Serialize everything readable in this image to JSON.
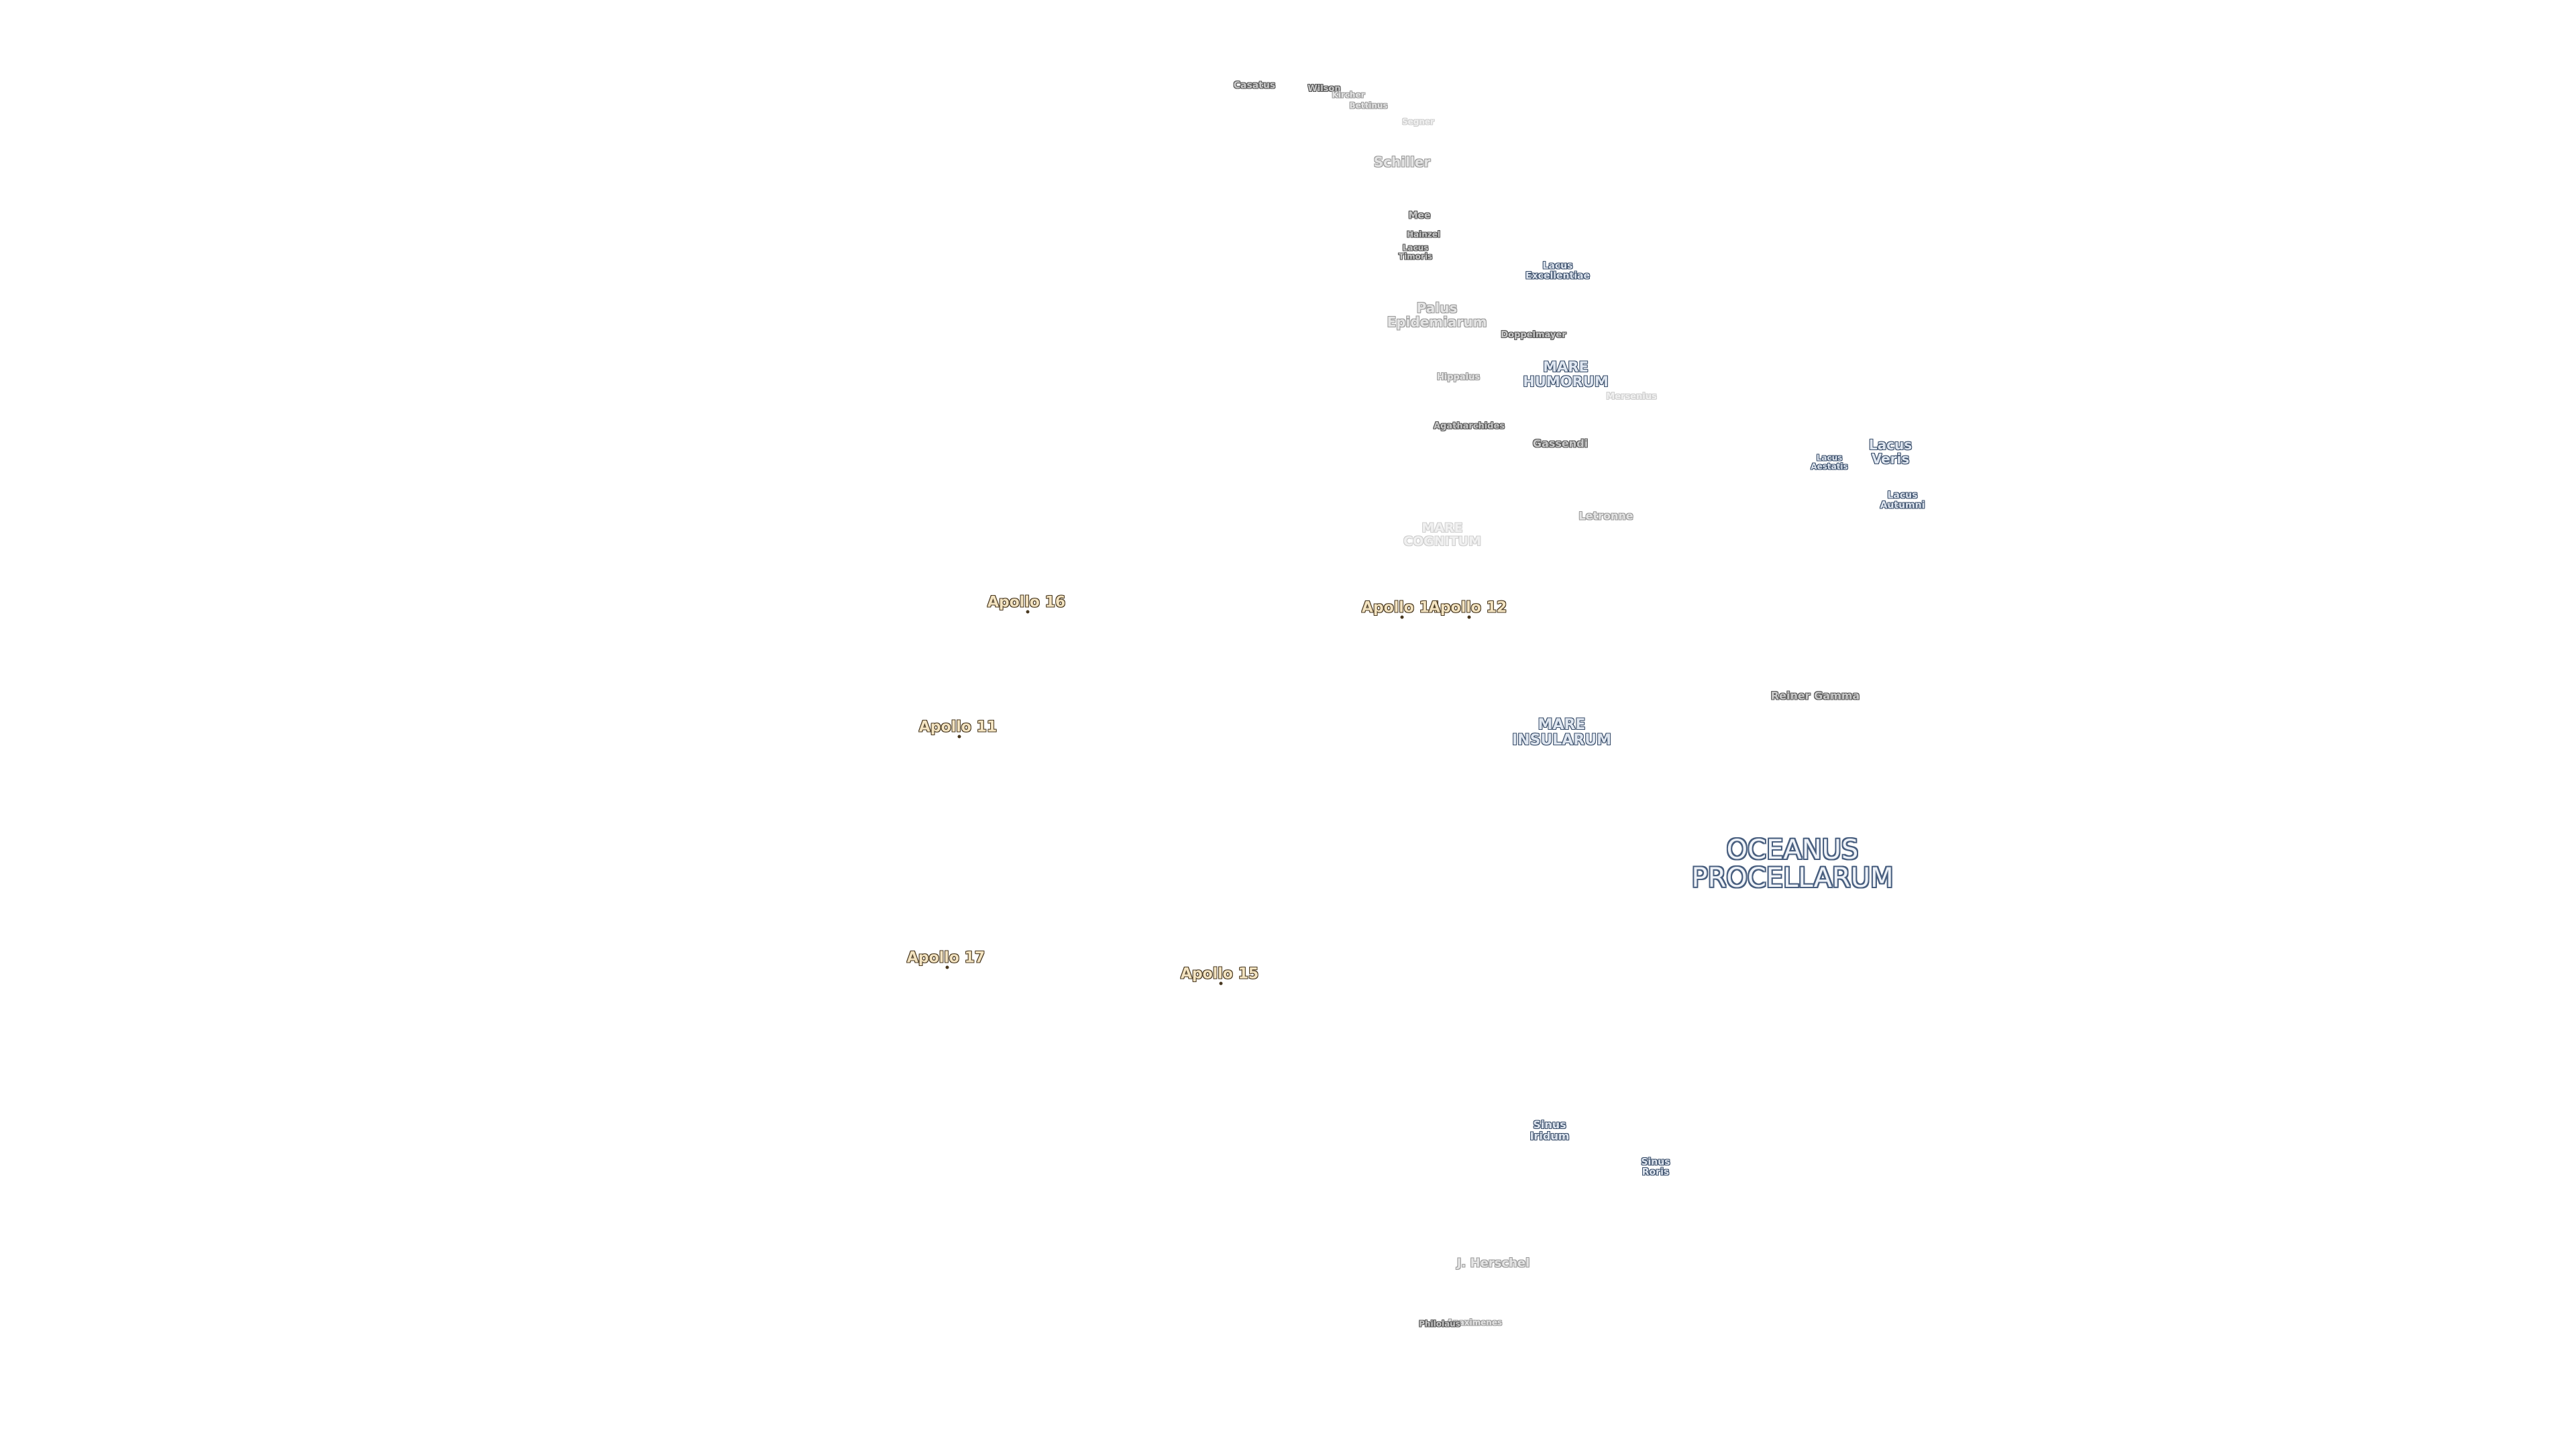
{
  "map": {
    "labels": {
      "casatus": "Casatus",
      "wilson": "Wilson",
      "kircher": "Kircher",
      "bettinus": "Bettinus",
      "segner": "Segner",
      "schiller": "Schiller",
      "mee": "Mee",
      "hainzel": "Hainzel",
      "lacus_timoris": "Lacus\nTimoris",
      "lacus_excellentiae": "Lacus\nExcellentiae",
      "palus_epidemiarum": "Palus\nEpidemiarum",
      "doppelmayer": "Doppelmayer",
      "mare_humorum": "MARE\nHUMORUM",
      "hippalus": "Hippalus",
      "mersenius": "Mersenius",
      "agatharchides": "Agatharchides",
      "gassendi": "Gassendi",
      "lacus_veris": "Lacus\nVeris",
      "lacus_aestatis": "Lacus\nAestatis",
      "lacus_autumni": "Lacus\nAutumni",
      "mare_cognitum": "MARE\nCOGNITUM",
      "letronne": "Letronne",
      "reiner_gamma": "Reiner Gamma",
      "mare_insularum": "MARE\nINSULARUM",
      "oceanus_procellarum": "OCEANUS\nPROCELLARUM",
      "sinus_iridum": "Sinus\nIridum",
      "sinus_roris": "Sinus\nRoris",
      "j_herschel": "J. Herschel",
      "anaximenes": "Anaximenes",
      "philolaus": "Philolaus"
    },
    "apollo_sites": {
      "apollo_16": "Apollo 16",
      "apollo_14": "Apollo 14",
      "apollo_12": "Apollo 12",
      "apollo_11": "Apollo 11",
      "apollo_17": "Apollo 17",
      "apollo_15": "Apollo 15"
    },
    "colors": {
      "background": "#ffffff",
      "feature_outline": "#555555",
      "water_outline": "#3b4f6b",
      "apollo_outline": "#4a3a22",
      "apollo_fill": "#f3e3c0"
    }
  }
}
